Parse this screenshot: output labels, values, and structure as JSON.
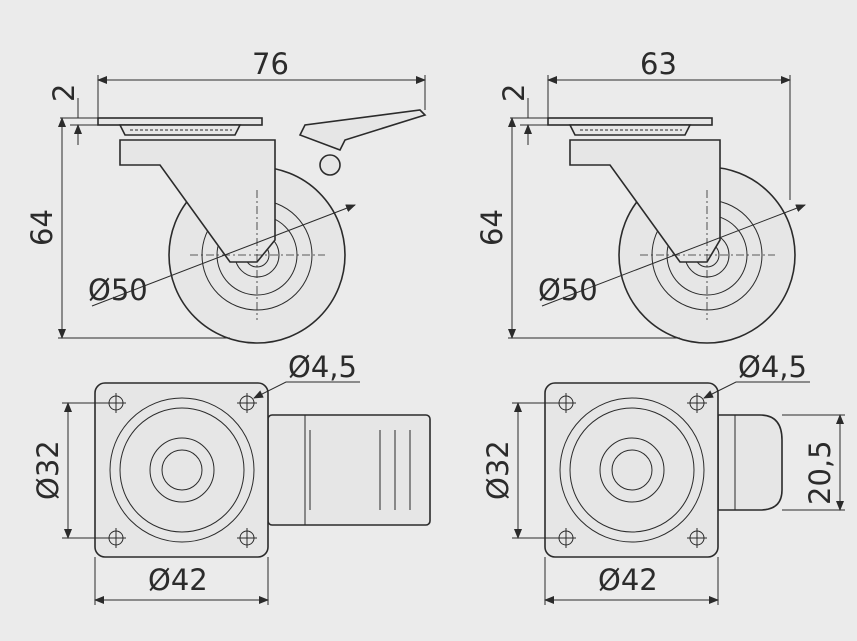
{
  "drawing": {
    "left_caster": {
      "width": "76",
      "plate_thickness": "2",
      "height": "64",
      "wheel_diameter": "Ø50",
      "hole_diameter": "Ø4,5",
      "hole_spacing": "Ø32",
      "plate_width": "Ø42"
    },
    "right_caster": {
      "width": "63",
      "plate_thickness": "2",
      "height": "64",
      "wheel_diameter": "Ø50",
      "hole_diameter": "Ø4,5",
      "hole_spacing": "Ø32",
      "plate_width": "Ø42",
      "housing_width": "20,5"
    },
    "colors": {
      "background": "#ebebeb",
      "line": "#2b2b2b"
    }
  }
}
